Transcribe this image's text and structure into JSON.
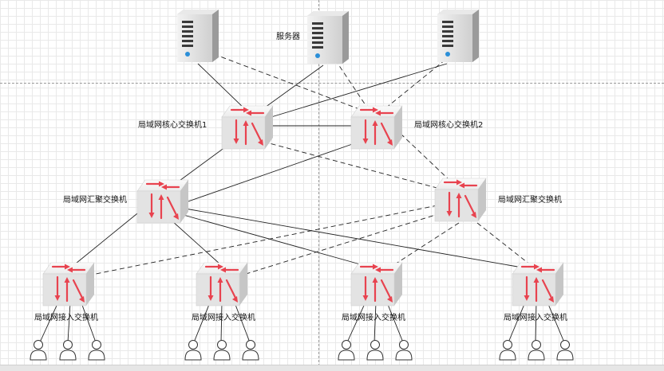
{
  "labels": {
    "server": "服务器",
    "core1": "局域网核心交换机1",
    "core2": "局域网核心交换机2",
    "agg1": "局域网汇聚交换机",
    "agg2": "局域网汇聚交换机",
    "acc1": "局域网接入交换机",
    "acc2": "局域网接入交换机",
    "acc3": "局域网接入交换机",
    "acc4": "局域网接入交换机"
  },
  "colors": {
    "switch_arrow": "#e8434f",
    "switch_body": "#eeeeee",
    "server_body": "#d9d9d9",
    "server_led": "#2b8fd8",
    "line": "#222222"
  },
  "icons": {
    "server": "server-tower-icon",
    "switch": "network-switch-icon",
    "user": "user-outline-icon"
  }
}
